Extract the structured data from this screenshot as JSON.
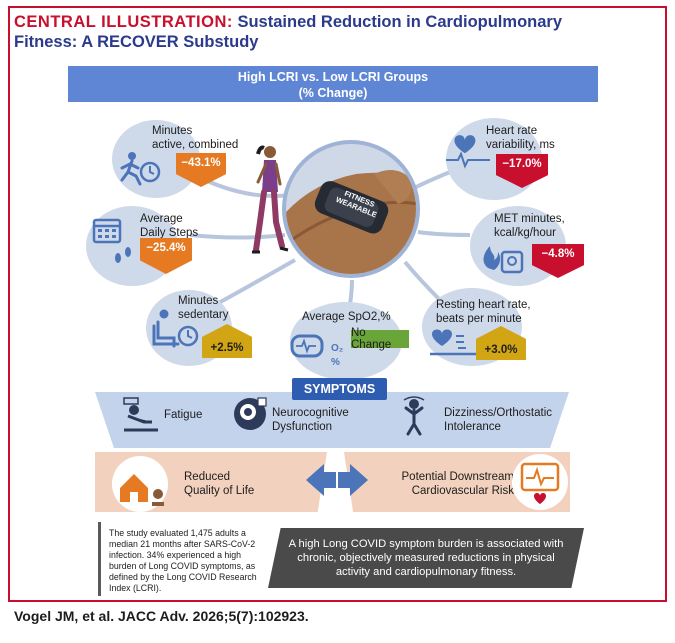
{
  "title": {
    "prefix": "CENTRAL ILLUSTRATION:",
    "line1": "Sustained Reduction in Cardiopulmonary",
    "line2": "Fitness: A RECOVER Substudy"
  },
  "banner": {
    "line1": "High LCRI vs. Low LCRI Groups",
    "line2": "(% Change)"
  },
  "metrics": {
    "minutes_active": {
      "label1": "Minutes",
      "label2": "active, combined",
      "value": "−43.1%",
      "color": "#e57a22"
    },
    "daily_steps": {
      "label1": "Average",
      "label2": "Daily Steps",
      "value": "−25.4%",
      "color": "#e57a22"
    },
    "minutes_sedentary": {
      "label1": "Minutes",
      "label2": "sedentary",
      "value": "+2.5%",
      "color": "#d2a514"
    },
    "spo2": {
      "label": "Average SpO2,%",
      "value": "No Change",
      "color": "#6aa539",
      "icon_text": "O₂ %"
    },
    "hrv": {
      "label1": "Heart rate",
      "label2": "variability, ms",
      "value": "−17.0%",
      "color": "#c8102e"
    },
    "met": {
      "label1": "MET minutes,",
      "label2": "kcal/kg/hour",
      "value": "−4.8%",
      "color": "#c8102e"
    },
    "resting_hr": {
      "label1": "Resting heart rate,",
      "label2": "beats per minute",
      "value": "+3.0%",
      "color": "#d2a514"
    }
  },
  "wearable": {
    "text1": "FITNESS",
    "text2": "WEARABLE"
  },
  "symptoms": {
    "heading": "SYMPTOMS",
    "items": [
      {
        "label1": "Fatigue",
        "label2": ""
      },
      {
        "label1": "Neurocognitive",
        "label2": "Dysfunction"
      },
      {
        "label1": "Dizziness/Orthostatic",
        "label2": "Intolerance"
      }
    ]
  },
  "outcomes": {
    "left": {
      "line1": "Reduced",
      "line2": "Quality of Life"
    },
    "right": {
      "line1": "Potential Downstream",
      "line2": "Cardiovascular Risk"
    }
  },
  "footnote": "The study evaluated 1,475 adults a median 21 months after SARS-CoV-2 infection. 34% experienced a high burden of Long COVID symptoms, as defined by the Long COVID Research Index (LCRI).",
  "conclusion": "A high Long COVID symptom burden is associated with chronic, objectively measured reductions in physical activity and cardiopulmonary fitness.",
  "citation": "Vogel JM, et al. JACC Adv. 2026;5(7):102923.",
  "colors": {
    "accent_red": "#c8102e",
    "title_blue": "#2b3a8c",
    "banner_blue": "#5f86d4",
    "bubble": "#ced9ea"
  }
}
